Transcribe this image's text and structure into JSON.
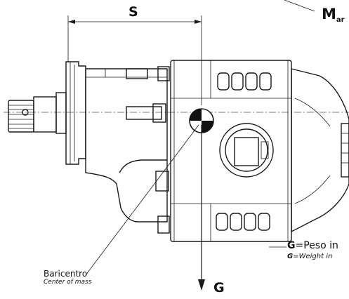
{
  "labels": {
    "dimension_s": "S",
    "moment_letter": "M",
    "moment_sub": "ar",
    "center_it": "Baricentro",
    "center_en": "Center of mass",
    "gravity_arrow": "G",
    "weight_it_key": "G",
    "weight_it_text": "=Peso in",
    "weight_en_key": "G",
    "weight_en_text": "=Weight in"
  }
}
